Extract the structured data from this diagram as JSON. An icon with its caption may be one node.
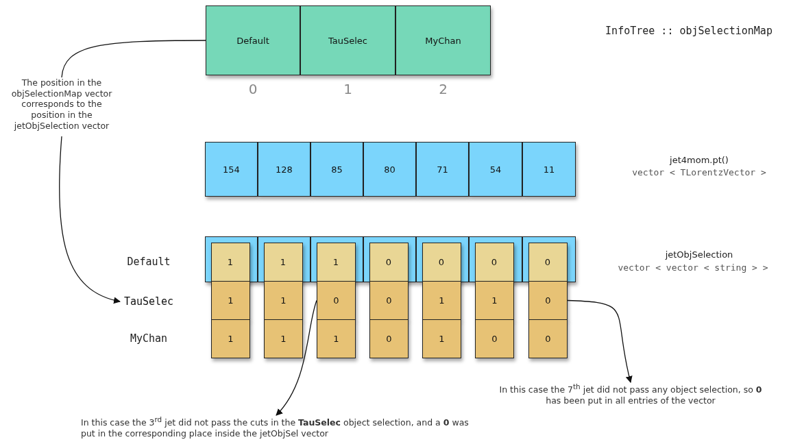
{
  "diagram": {
    "nodes": [
      {
        "text": [
          "Default"
        ],
        "beside": [
          "0"
        ]
      },
      {
        "text": [
          "TauSelec"
        ],
        "beside": [
          "1"
        ]
      },
      {
        "text": [
          "MyChan"
        ],
        "beside": [
          "2"
        ]
      },
      {
        "text": [
          "154"
        ]
      },
      {
        "text": [
          "128"
        ]
      },
      {
        "text": [
          "85"
        ]
      },
      {
        "text": [
          "80"
        ]
      },
      {
        "text": [
          "71"
        ]
      },
      {
        "text": [
          "54"
        ]
      },
      {
        "text": [
          "11"
        ]
      },
      {
        "text": [],
        "shape": "box"
      },
      {
        "text": [],
        "shape": "box"
      },
      {
        "text": [],
        "shape": "box"
      },
      {
        "text": [],
        "shape": "box"
      },
      {
        "text": [],
        "shape": "box"
      },
      {
        "text": [],
        "shape": "box"
      },
      {
        "text": [],
        "shape": "box"
      },
      {
        "text": [
          "1"
        ],
        "in": 10
      },
      {
        "text": [
          "1"
        ],
        "in": 11
      },
      {
        "text": [
          "1"
        ],
        "in": 12
      },
      {
        "text": [
          "0"
        ],
        "in": 13
      },
      {
        "text": [
          "0"
        ],
        "in": 14
      },
      {
        "text": [
          "0"
        ],
        "in": 15
      },
      {
        "text": [
          "0"
        ],
        "in": 16
      },
      {
        "text": [
          "1"
        ]
      },
      {
        "text": [
          "1"
        ]
      },
      {
        "text": [
          "0"
        ]
      },
      {
        "text": [
          "0"
        ]
      },
      {
        "text": [
          "1"
        ]
      },
      {
        "text": [
          "1"
        ]
      },
      {
        "text": [
          "0"
        ]
      },
      {
        "text": [
          "1"
        ]
      },
      {
        "text": [
          "1"
        ]
      },
      {
        "text": [
          "1"
        ]
      },
      {
        "text": [
          "0"
        ]
      },
      {
        "text": [
          "1"
        ]
      },
      {
        "text": [
          "0"
        ]
      },
      {
        "text": [
          "0"
        ]
      },
      {
        "text": [
          "The position in the objSelectionMap vector corresponds to the position  in the jetObjSelection vector"
        ]
      },
      {
        "text": [
          "TauSelec"
        ]
      },
      {
        "text": [
          "In this case the 3$^{rd}$ jet did not pass the cuts in the **TauSelec** object selection, and a **0** was put in the corresponding place inside the jetObjSel vector"
        ]
      },
      {
        "text": [
          "In this case the 7$^{th}$ jet did not pass any object selection, so **0** has been put in all entries of the vector"
        ]
      }
    ],
    "edges": [
      {
        "from": 0,
        "to": 38,
        "arrow": "none"
      },
      {
        "from": 38,
        "to": 39,
        "arrow": "to"
      },
      {
        "from": 26,
        "to": 40,
        "arrow": "to"
      },
      {
        "from": 30,
        "to": 41,
        "arrow": "to"
      }
    ],
    "labels": [
      "InfoTree :: objSelectionMap",
      "jet4mom.pt()",
      "vector < TLorentzVector >",
      "Default",
      "jetObjSelection",
      "vector < vector < string > >",
      "MyChan"
    ]
  }
}
